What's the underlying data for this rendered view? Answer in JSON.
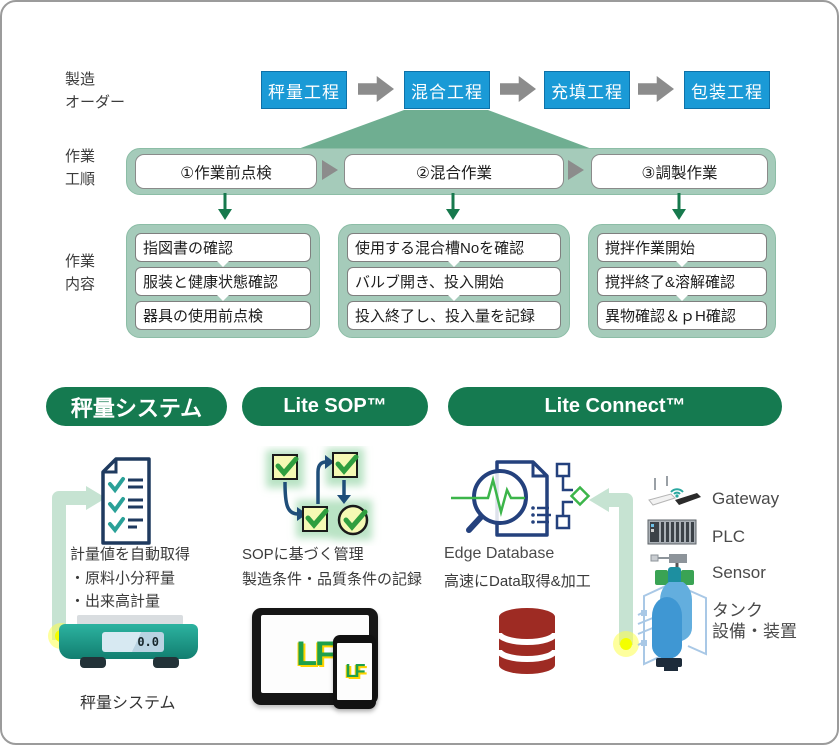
{
  "side_labels": {
    "order": "製造\nオーダー",
    "sequence": "作業\n工順",
    "details": "作業\n内容"
  },
  "process_flow": {
    "steps": [
      "秤量工程",
      "混合工程",
      "充填工程",
      "包装工程"
    ]
  },
  "work_sequence": {
    "steps": [
      "①作業前点検",
      "②混合作業",
      "③調製作業"
    ]
  },
  "work_details": {
    "col1": [
      "指図書の確認",
      "服装と健康状態確認",
      "器具の使用前点検"
    ],
    "col2": [
      "使用する混合槽Noを確認",
      "バルブ開き、投入開始",
      "投入終了し、投入量を記録"
    ],
    "col3": [
      "撹拌作業開始",
      "撹拌終了&溶解確認",
      "異物確認＆ｐH確認"
    ]
  },
  "systems": {
    "weighing": "秤量システム",
    "lite_sop": "Lite SOP™",
    "lite_connect": "Lite Connect™"
  },
  "weighing_col": {
    "line1": "計量値を自動取得",
    "line2": "・原料小分秤量",
    "line3": "・出来高計量",
    "scale_display": "0.0",
    "caption": "秤量システム",
    "logo": ""
  },
  "sop_col": {
    "line1": "SOPに基づく管理",
    "line2": "製造条件・品質条件の記録",
    "logo": "LF"
  },
  "connect_col": {
    "line1": "Edge Database",
    "line2": "高速にData取得&加工",
    "device1": "Gateway",
    "device2": "PLC",
    "device3": "Sensor",
    "device4": "タンク\n設備・装置"
  },
  "colors": {
    "process_blue": "#1a9ad6",
    "container_green": "#a5cbba",
    "trapezoid_green": "#6fae91",
    "pill_green": "#157a50",
    "flow_arrow_gray": "#8c8c8c",
    "soft_arrow_green": "#c6e3d2",
    "database_red": "#9e2b23",
    "accent_teal": "#2aa198",
    "navy_icon": "#24417d"
  }
}
